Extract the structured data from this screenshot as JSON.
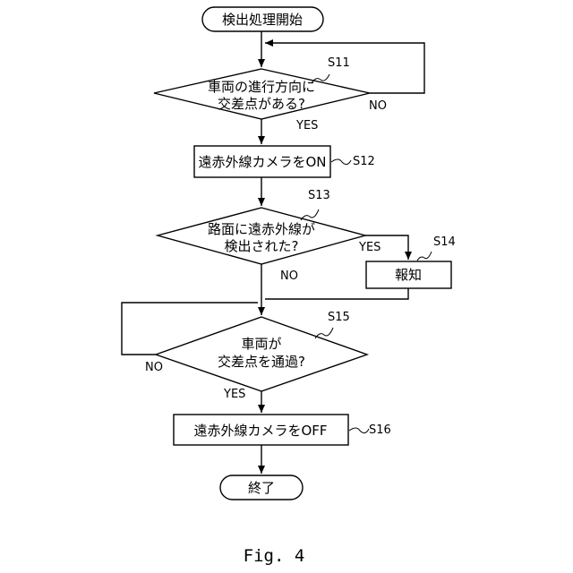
{
  "nodes": {
    "start": "検出処理開始",
    "s11_line1": "車両の進行方向に",
    "s11_line2": "交差点がある?",
    "s12": "遠赤外線カメラをON",
    "s13_line1": "路面に遠赤外線が",
    "s13_line2": "検出された?",
    "s14": "報知",
    "s15_line1": "車両が",
    "s15_line2": "交差点を通過?",
    "s16": "遠赤外線カメラをOFF",
    "end": "終了"
  },
  "step_labels": {
    "s11": "S11",
    "s12": "S12",
    "s13": "S13",
    "s14": "S14",
    "s15": "S15",
    "s16": "S16"
  },
  "branch_labels": {
    "s11_yes": "YES",
    "s11_no": "NO",
    "s13_yes": "YES",
    "s13_no": "NO",
    "s15_yes": "YES",
    "s15_no": "NO"
  },
  "caption": "Fig. 4"
}
